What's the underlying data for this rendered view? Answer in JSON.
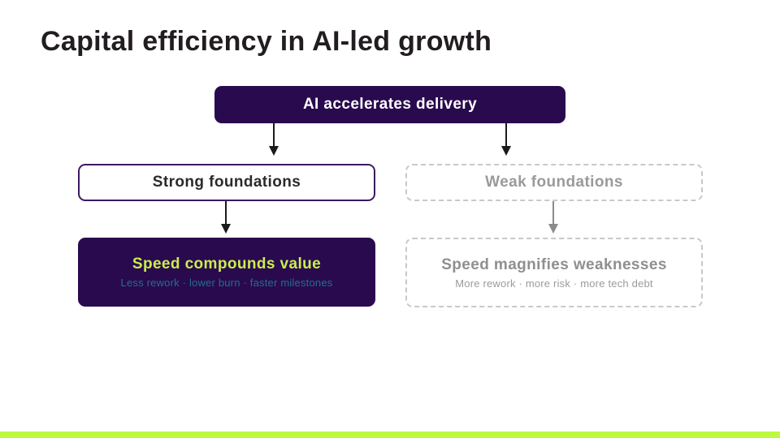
{
  "slide": {
    "title": "Capital efficiency in AI-led growth"
  },
  "flowchart": {
    "root": {
      "label": "AI accelerates delivery"
    },
    "branches": [
      {
        "label": "Strong foundations",
        "style": "solid",
        "outcome": {
          "title": "Speed compounds value",
          "subtitle": "Less rework · lower burn · faster milestones"
        }
      },
      {
        "label": "Weak foundations",
        "style": "dashed",
        "outcome": {
          "title": "Speed magnifies weaknesses",
          "subtitle": "More rework · more risk · more tech debt"
        }
      }
    ]
  },
  "colors": {
    "ink": "#211d20",
    "purple": "#2a0a4e",
    "purple-border": "#3b1a63",
    "lime-text": "#c9ee4d",
    "teal-text": "#20708f",
    "gray-border": "#c9c9c9",
    "gray-text": "#9a9a9a",
    "gray-title": "#8f8f8f",
    "gray-subtitle": "#9b9b9b",
    "arrow-dark": "#1b1b1b",
    "arrow-gray": "#8b8b8b",
    "bar-lime": "#bdf93e"
  }
}
